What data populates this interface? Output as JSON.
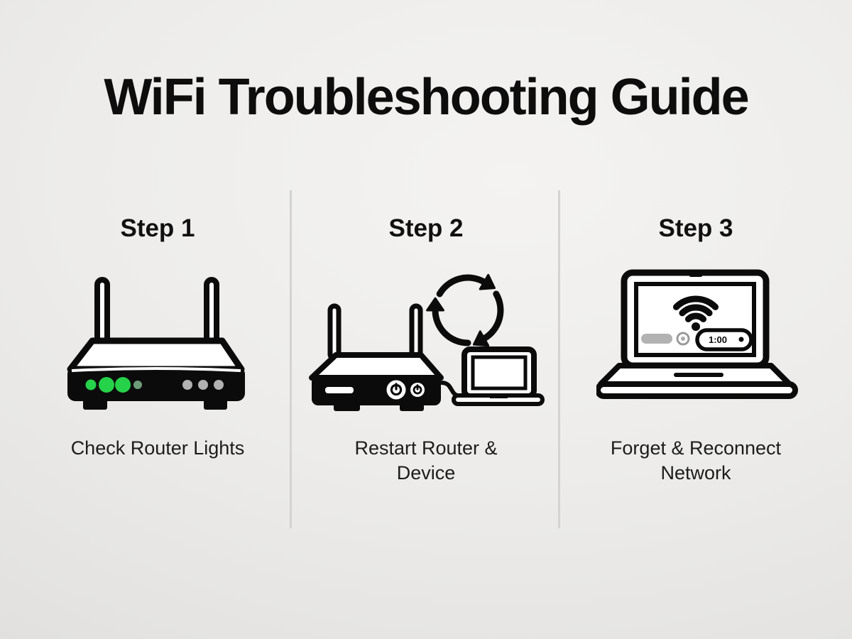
{
  "title": "WiFi Troubleshooting Guide",
  "steps": [
    {
      "label": "Step 1",
      "caption": "Check Router Lights",
      "icon": "wifi-router-status-lights-icon"
    },
    {
      "label": "Step 2",
      "caption": "Restart Router & Device",
      "icon": "router-refresh-arrows-laptop-icon"
    },
    {
      "label": "Step 3",
      "caption": "Forget & Reconnect Network",
      "icon": "laptop-wifi-signal-icon",
      "screen_text": "1:00"
    }
  ],
  "colors": {
    "text": "#111111",
    "led_green": "#25d24a",
    "led_green_dim": "#6d9b79",
    "led_gray": "#b2b2b2",
    "divider": "#d4d3d1",
    "line_art": "#0b0b0b"
  }
}
